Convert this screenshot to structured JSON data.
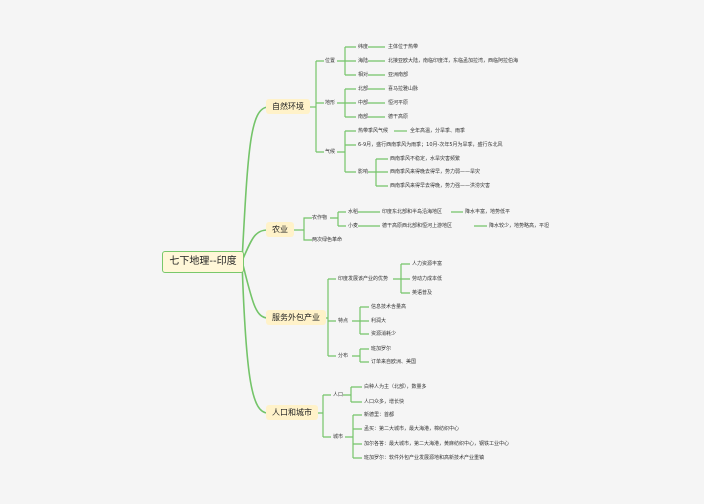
{
  "root": "七下地理--印度",
  "branches": {
    "nature": "自然环境",
    "agri": "农业",
    "service": "服务外包产业",
    "pop": "人口和城市"
  },
  "n": {
    "weizhi": "位置",
    "wd": "纬度",
    "wd_v": "主体位于热带",
    "hy": "海陆",
    "hy_v": "北接亚欧大陆，南临印度洋，东临孟加拉湾，西临阿拉伯海",
    "xw": "相对",
    "xw_v": "亚洲南部",
    "dixing": "地形",
    "bb": "北部",
    "bb_v": "喜马拉雅山脉",
    "zb": "中部",
    "zb_v": "恒河平原",
    "nb": "南部",
    "nb_v": "德干高原",
    "qihou": "气候",
    "rd": "热带季风气候",
    "rd_v": "全年高温，分旱季、雨季",
    "mon": "6-9月，盛行西南季风为雨季；10月-次年5月为旱季，盛行东北风",
    "yx": "影响",
    "yx1": "西南季风不稳定，水旱灾害频繁",
    "yx2": "西南季风来得晚去得早，势力弱——旱灾",
    "yx3": "西南季风来得早去得晚，势力强——洪涝灾害"
  },
  "a": {
    "crops": "农作物",
    "sd": "水稻",
    "sd_v": "印度东北部和半岛沿海地区",
    "sd_c": "降水丰富，地势低平",
    "xm": "小麦",
    "xm_v": "德干高原西北部和恒河上游地区",
    "xm_c": "降水较少，地势略高，平坦",
    "gm": "两次绿色革命"
  },
  "s": {
    "adv": "印度发展该产业的优势",
    "adv1": "人力资源丰富",
    "adv2": "劳动力成本低",
    "adv3": "英语普及",
    "feat": "特点",
    "f1": "信息技术含量高",
    "f2": "利润大",
    "f3": "资源消耗少",
    "dist": "分布",
    "d1": "班加罗尔",
    "d2": "订单来自欧洲、美国"
  },
  "p": {
    "rk": "人口",
    "rk1": "白种人为主（北部），数量多",
    "rk2": "人口众多，增长快",
    "cs": "城市",
    "c1": "新德里：首都",
    "c2": "孟买：第二大城市，最大海港，棉纺织中心",
    "c3": "加尔各答：最大城市，第二大海港，黄麻纺织中心，钢铁工业中心",
    "c4": "班加罗尔：软件外包产业发展源地和高新技术产业重镇"
  }
}
